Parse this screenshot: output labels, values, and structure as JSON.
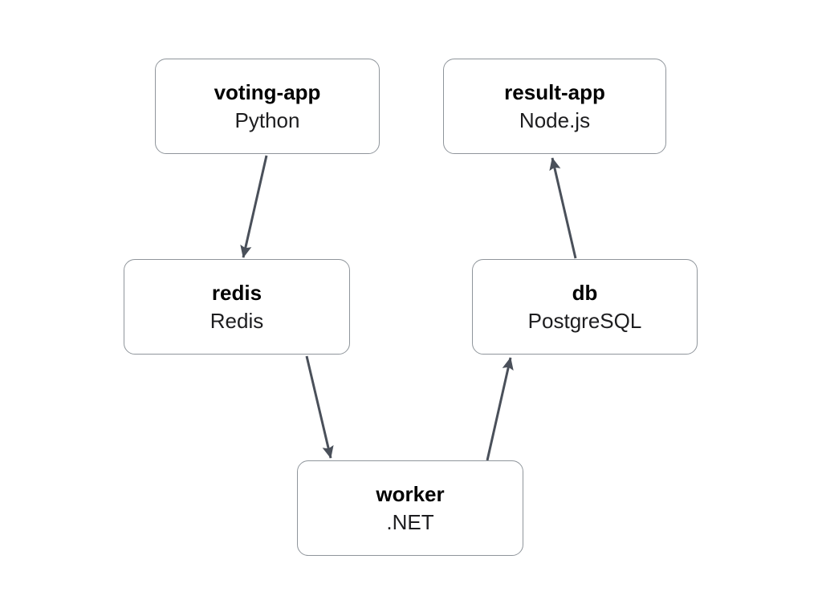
{
  "diagram": {
    "type": "architecture-flowchart",
    "colors": {
      "node_border": "#8f959b",
      "node_fill": "#ffffff",
      "arrow": "#4a505a",
      "title": "#000000",
      "subtitle": "#1d1d1f",
      "background": "#ffffff"
    },
    "nodes": [
      {
        "id": "voting-app",
        "title": "voting-app",
        "subtitle": "Python"
      },
      {
        "id": "result-app",
        "title": "result-app",
        "subtitle": "Node.js"
      },
      {
        "id": "redis",
        "title": "redis",
        "subtitle": "Redis"
      },
      {
        "id": "db",
        "title": "db",
        "subtitle": "PostgreSQL"
      },
      {
        "id": "worker",
        "title": "worker",
        "subtitle": ".NET"
      }
    ],
    "edges": [
      {
        "from": "voting-app",
        "to": "redis"
      },
      {
        "from": "redis",
        "to": "worker"
      },
      {
        "from": "worker",
        "to": "db"
      },
      {
        "from": "db",
        "to": "result-app"
      }
    ]
  }
}
